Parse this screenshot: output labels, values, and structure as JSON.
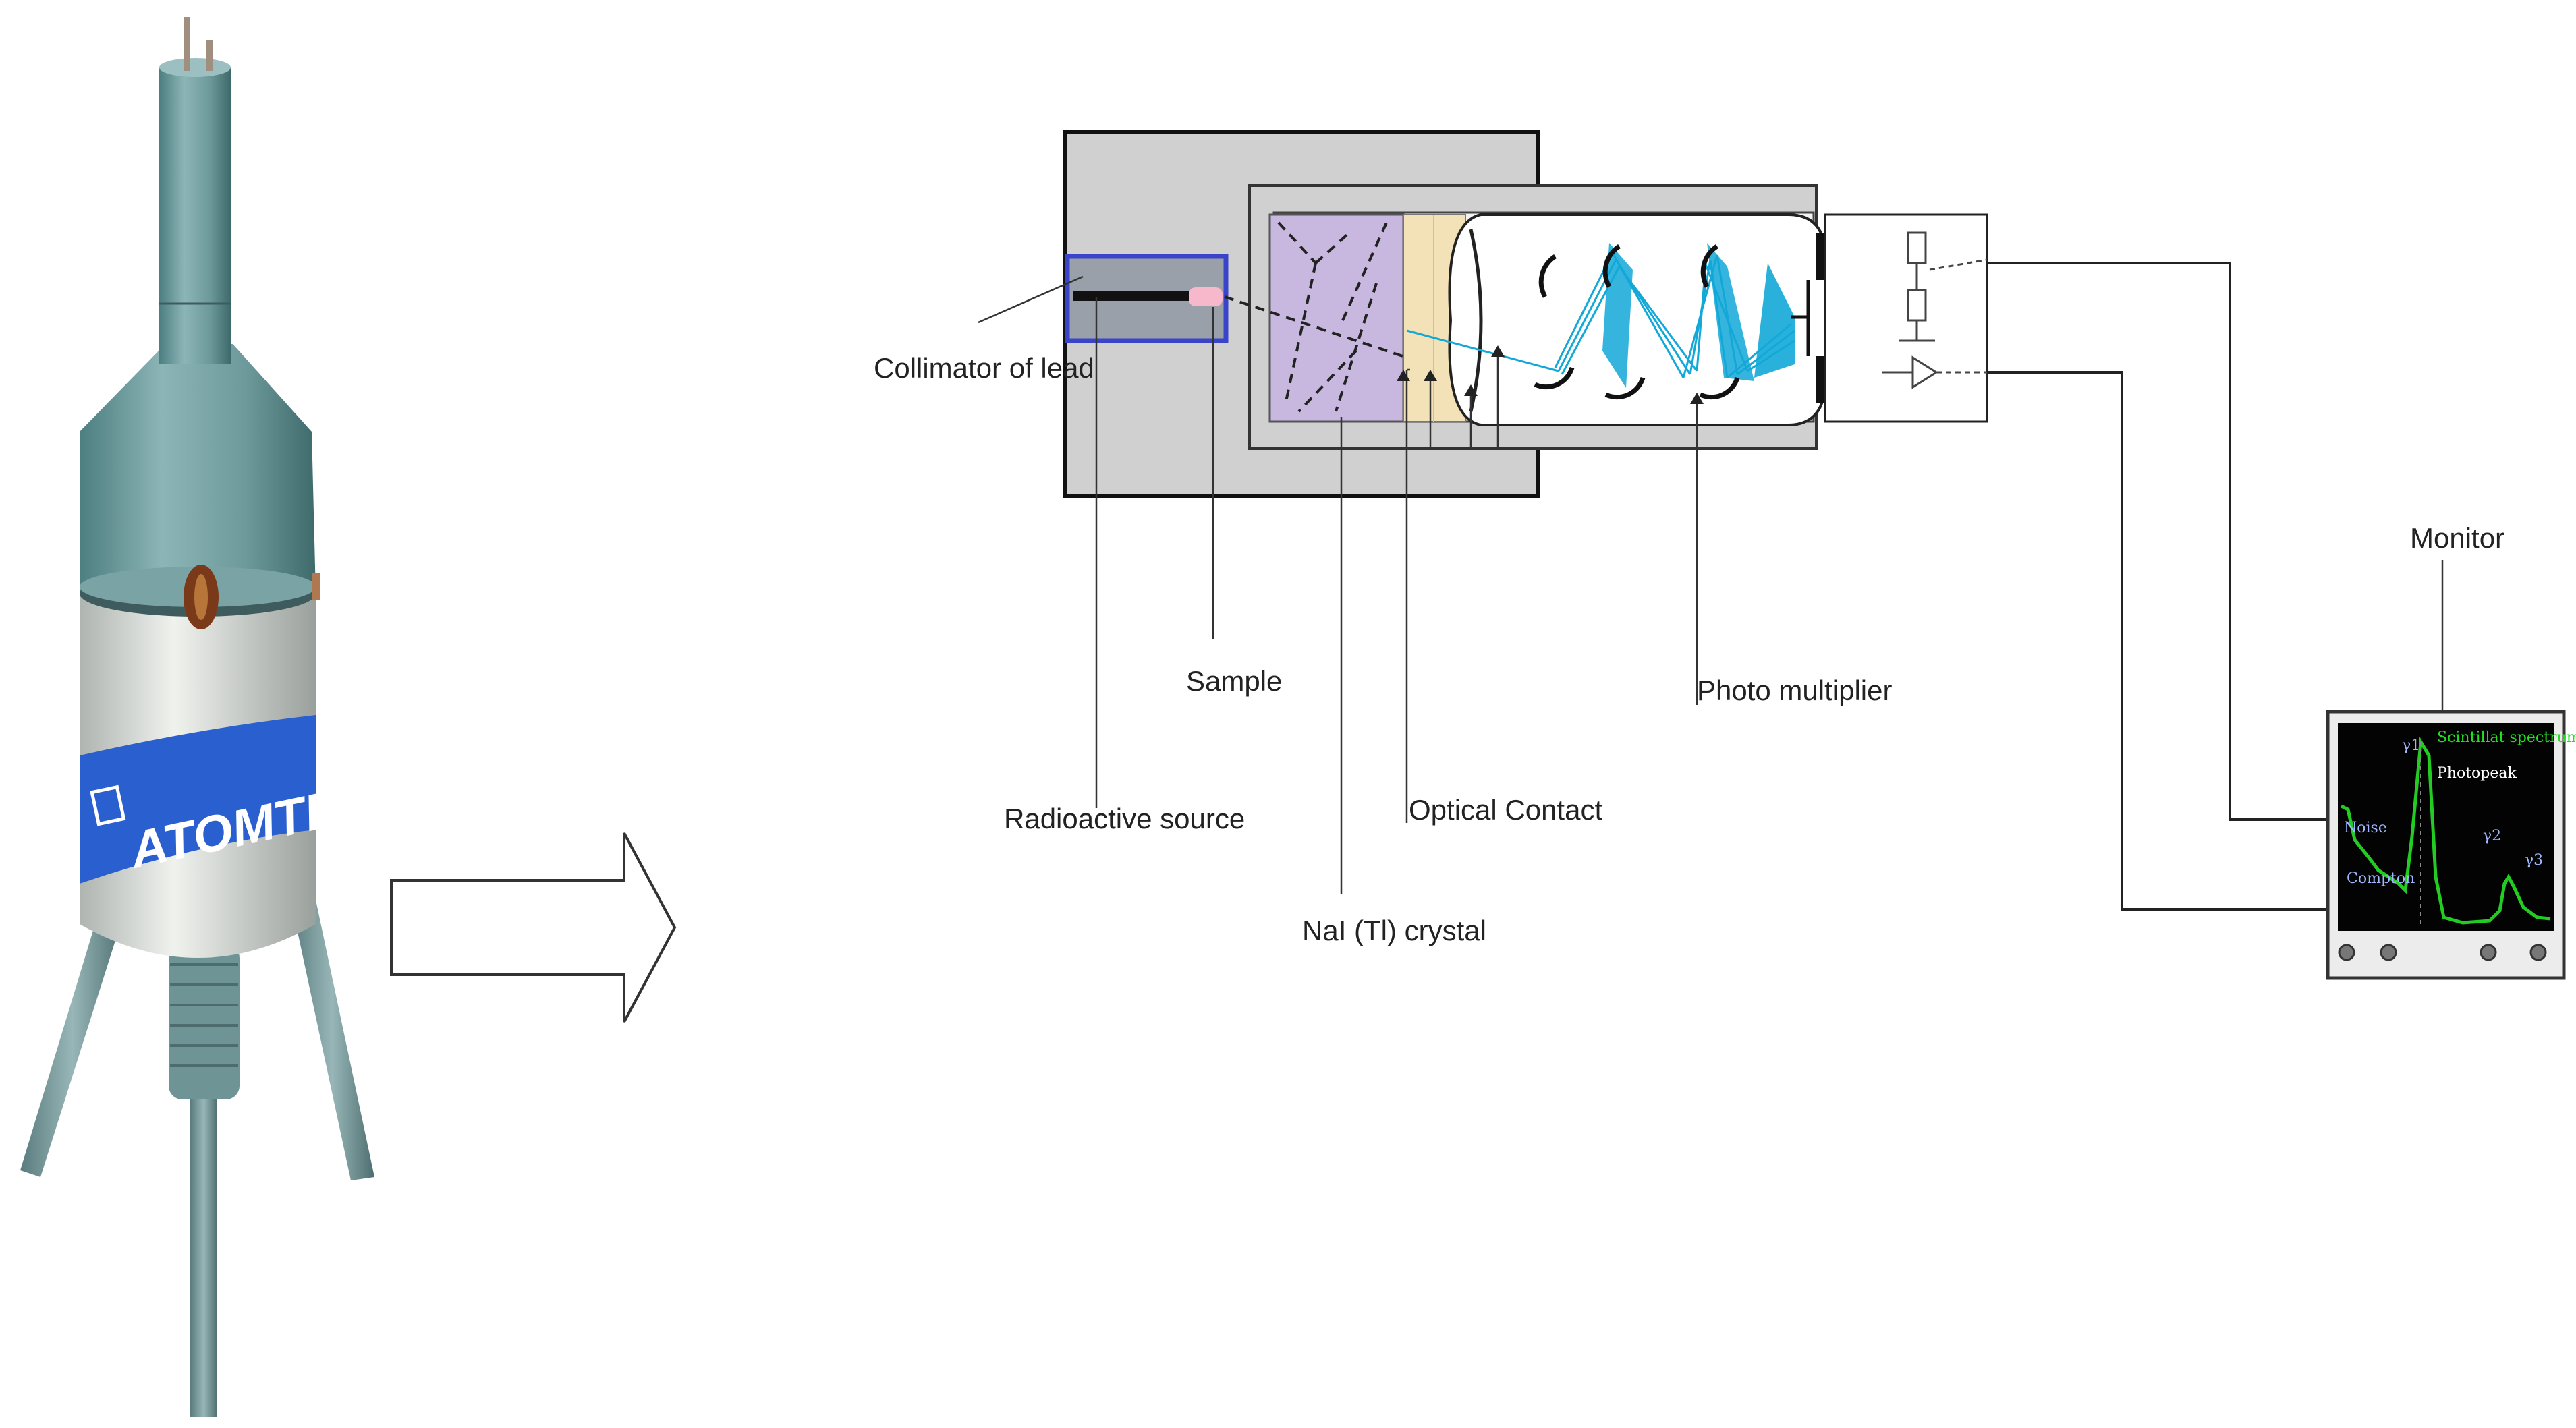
{
  "device": {
    "brand": "ATOMTEX"
  },
  "labels": {
    "collimator": "Collimator of lead",
    "sample": "Sample",
    "radioactive_source": "Radioactive source",
    "optical_contact": "Optical Contact",
    "crystal": "NaI (Tl) crystal",
    "photomultiplier": "Photo multiplier",
    "monitor": "Monitor"
  },
  "monitor_screen": {
    "title": "Scintillat spectrum",
    "photopeak": "Photopeak",
    "noise": "Noise",
    "compton": "Compton",
    "gamma1": "γ1",
    "gamma2": "γ2",
    "gamma3": "γ3"
  },
  "colors": {
    "device_body": "#6e9a9c",
    "device_band": "#d8dcd8",
    "brand_band": "#2a5fd0",
    "crystal": "#c8b8e0",
    "optical_contact": "#f3e2b8",
    "photon_paths": "#12a8d8",
    "screen_trace": "#22cc22"
  }
}
